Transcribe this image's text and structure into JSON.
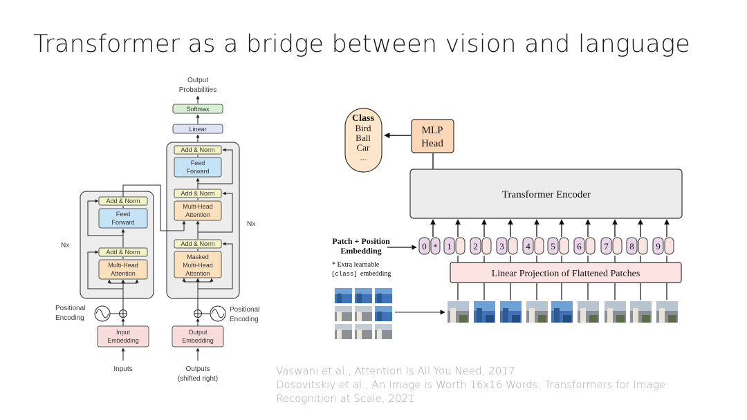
{
  "slide": {
    "title": "Transformer as a bridge between vision and language"
  },
  "transformer": {
    "output_probs_1": "Output",
    "output_probs_2": "Probabilities",
    "softmax": "Softmax",
    "linear": "Linear",
    "add_norm": "Add & Norm",
    "feed_1": "Feed",
    "forward": "Forward",
    "multi_head": "Multi-Head",
    "attention": "Attention",
    "masked": "Masked",
    "nx": "Nx",
    "positional": "Positional",
    "encoding": "Encoding",
    "input": "Input",
    "output": "Output",
    "embedding": "Embedding",
    "inputs": "Inputs",
    "outputs": "Outputs",
    "shifted_right": "(shifted right)"
  },
  "vit": {
    "class_title": "Class",
    "classes": [
      "Bird",
      "Ball",
      "Car",
      "..."
    ],
    "mlp_1": "MLP",
    "mlp_2": "Head",
    "encoder": "Transformer Encoder",
    "patch_pos_1": "Patch + Position",
    "patch_pos_2": "Embedding",
    "extra_1": "* Extra learnable",
    "extra_class": "[class]",
    "extra_embedding": "embedding",
    "projection": "Linear Projection of Flattened Patches",
    "positions": [
      "0",
      "1",
      "2",
      "3",
      "4",
      "5",
      "6",
      "7",
      "8",
      "9"
    ],
    "star": "*"
  },
  "citations": {
    "line1": "Vaswani et al., Attention Is All You Need, 2017",
    "line2": "Dosovitskiy et al., An Image is Worth 16x16 Words: Transformers for Image",
    "line3": "Recognition at Scale, 2021"
  },
  "colors": {
    "add_norm": "#f2f3c6",
    "feed_forward": "#c5e3f7",
    "attention": "#fbe0bd",
    "embedding": "#f8dcdc",
    "softmax": "#d8efd3",
    "linear": "#e0e2f5",
    "block_bg": "#ededed",
    "mlp_head": "#fbd7b8",
    "class_box": "#fde6c9",
    "encoder": "#ececec",
    "projection": "#fde3e3",
    "position_embed": "#e9d6e9"
  }
}
